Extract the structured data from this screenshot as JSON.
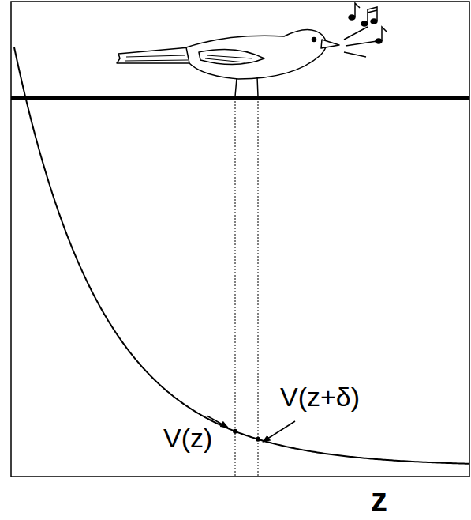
{
  "diagram": {
    "labels": [
      "V(z+δ)",
      "V(z)",
      "z"
    ]
  }
}
